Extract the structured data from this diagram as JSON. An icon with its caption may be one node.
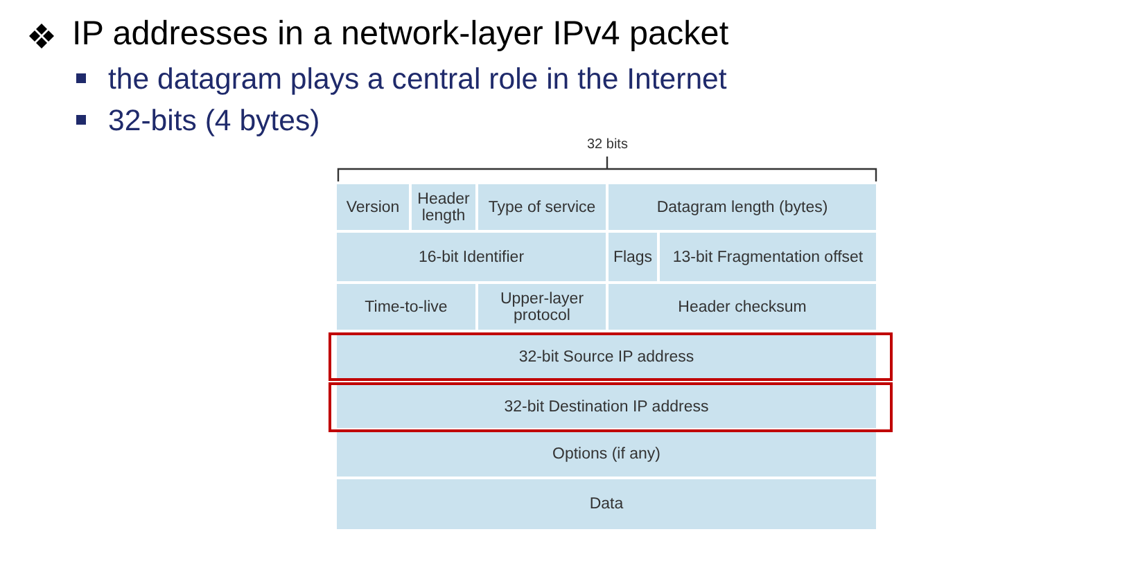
{
  "diagram": {
    "title": "IP addresses in a network-layer IPv4 packet",
    "nodes": [
      {
        "text": [
          "Version"
        ]
      },
      {
        "text": [
          "Header length"
        ]
      },
      {
        "text": [
          "Type of service"
        ]
      },
      {
        "text": [
          "Datagram length (bytes)"
        ]
      },
      {
        "text": [
          "16-bit Identifier"
        ]
      },
      {
        "text": [
          "Flags"
        ]
      },
      {
        "text": [
          "13-bit Fragmentation offset"
        ]
      },
      {
        "text": [
          "Time-to-live"
        ]
      },
      {
        "text": [
          "Upper-layer protocol"
        ]
      },
      {
        "text": [
          "Header checksum"
        ]
      },
      {
        "text": [],
        "shape": "box"
      },
      {
        "text": [
          "32-bit Source IP address"
        ],
        "in": 10
      },
      {
        "text": [],
        "shape": "box"
      },
      {
        "text": [
          "32-bit Destination IP address"
        ],
        "in": 12
      },
      {
        "text": [
          "Options (if any)"
        ]
      },
      {
        "text": [
          "Data"
        ]
      }
    ],
    "labels": [
      "the datagram plays a central role in the Internet",
      "32-bits (4 bytes)",
      "32 bits"
    ]
  }
}
